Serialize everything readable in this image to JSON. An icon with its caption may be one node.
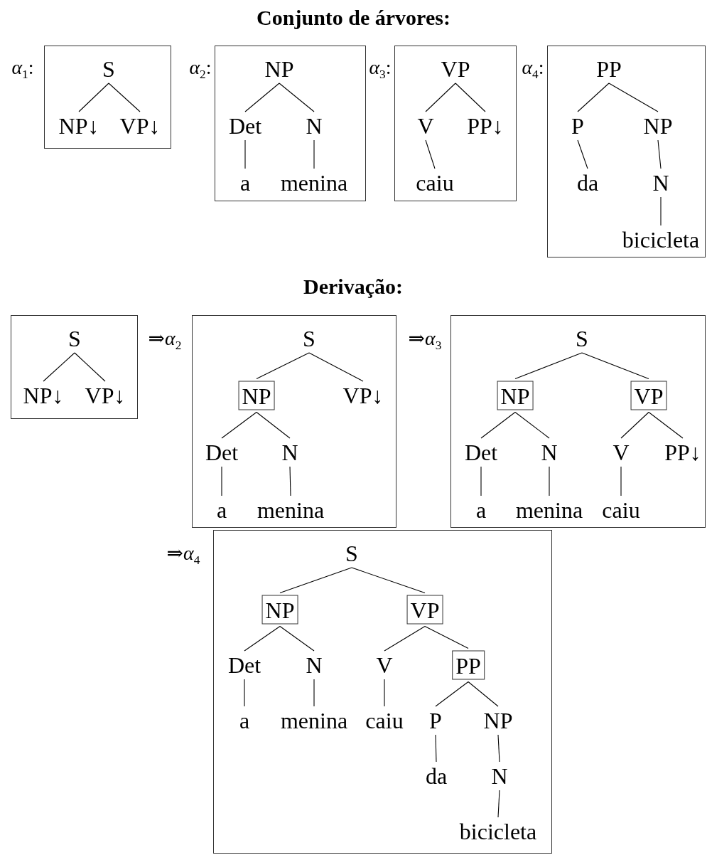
{
  "diagram": {
    "title": "Conjunto de árvores:",
    "nodes": [
      {
        "text": [],
        "shape": "box"
      },
      {
        "text": [
          "S"
        ],
        "in": 0
      },
      {
        "text": [
          "NP↓"
        ],
        "in": 0
      },
      {
        "text": [
          "VP↓"
        ],
        "in": 0
      },
      {
        "text": [],
        "shape": "box"
      },
      {
        "text": [
          "NP"
        ],
        "in": 4
      },
      {
        "text": [
          "Det"
        ],
        "in": 4
      },
      {
        "text": [
          "N"
        ],
        "in": 4
      },
      {
        "text": [
          "a"
        ],
        "in": 4
      },
      {
        "text": [
          "menina"
        ],
        "in": 4
      },
      {
        "text": [],
        "shape": "box"
      },
      {
        "text": [
          "VP"
        ],
        "in": 10
      },
      {
        "text": [
          "V"
        ],
        "in": 10
      },
      {
        "text": [
          "PP↓"
        ],
        "in": 10
      },
      {
        "text": [
          "caiu"
        ],
        "in": 10
      },
      {
        "text": [],
        "shape": "box"
      },
      {
        "text": [
          "PP"
        ],
        "in": 15
      },
      {
        "text": [
          "P"
        ],
        "in": 15
      },
      {
        "text": [
          "NP"
        ],
        "in": 15
      },
      {
        "text": [
          "da"
        ],
        "in": 15
      },
      {
        "text": [
          "N"
        ],
        "in": 15
      },
      {
        "text": [
          "bicicleta"
        ],
        "in": 15
      },
      {
        "text": [],
        "shape": "box"
      },
      {
        "text": [
          "S"
        ],
        "in": 22
      },
      {
        "text": [
          "NP↓"
        ],
        "in": 22
      },
      {
        "text": [
          "VP↓"
        ],
        "in": 22
      },
      {
        "text": [],
        "shape": "box"
      },
      {
        "text": [
          "S"
        ],
        "in": 26
      },
      {
        "text": [],
        "shape": "box",
        "in": 26
      },
      {
        "text": [
          "NP"
        ],
        "in": 28
      },
      {
        "text": [
          "VP↓"
        ],
        "in": 26
      },
      {
        "text": [
          "Det"
        ],
        "in": 26
      },
      {
        "text": [
          "N"
        ],
        "in": 26
      },
      {
        "text": [
          "a"
        ],
        "in": 26
      },
      {
        "text": [
          "menina"
        ],
        "in": 26
      },
      {
        "text": [],
        "shape": "box"
      },
      {
        "text": [
          "S"
        ],
        "in": 35
      },
      {
        "text": [],
        "shape": "box",
        "in": 35
      },
      {
        "text": [
          "NP"
        ],
        "in": 37
      },
      {
        "text": [],
        "shape": "box",
        "in": 35
      },
      {
        "text": [
          "VP"
        ],
        "in": 39
      },
      {
        "text": [
          "Det"
        ],
        "in": 35
      },
      {
        "text": [
          "N"
        ],
        "in": 35
      },
      {
        "text": [
          "V"
        ],
        "in": 35
      },
      {
        "text": [
          "PP↓"
        ],
        "in": 35
      },
      {
        "text": [
          "a"
        ],
        "in": 35
      },
      {
        "text": [
          "menina"
        ],
        "in": 35
      },
      {
        "text": [
          "caiu"
        ],
        "in": 35
      },
      {
        "text": [],
        "shape": "box"
      },
      {
        "text": [
          "S"
        ],
        "in": 48
      },
      {
        "text": [],
        "shape": "box",
        "in": 48
      },
      {
        "text": [
          "NP"
        ],
        "in": 50
      },
      {
        "text": [],
        "shape": "box",
        "in": 48
      },
      {
        "text": [
          "VP"
        ],
        "in": 52
      },
      {
        "text": [
          "Det"
        ],
        "in": 48
      },
      {
        "text": [
          "N"
        ],
        "in": 48
      },
      {
        "text": [
          "V"
        ],
        "in": 48
      },
      {
        "text": [],
        "shape": "box",
        "in": 48
      },
      {
        "text": [
          "PP"
        ],
        "in": 57
      },
      {
        "text": [
          "a"
        ],
        "in": 48
      },
      {
        "text": [
          "menina"
        ],
        "in": 48
      },
      {
        "text": [
          "caiu"
        ],
        "in": 48
      },
      {
        "text": [
          "P"
        ],
        "in": 48
      },
      {
        "text": [
          "NP"
        ],
        "in": 48
      },
      {
        "text": [
          "da"
        ],
        "in": 48
      },
      {
        "text": [
          "N"
        ],
        "in": 48
      },
      {
        "text": [
          "bicicleta"
        ],
        "in": 48
      }
    ],
    "edges": [
      {
        "from": 1,
        "to": 2,
        "arrow": "none"
      },
      {
        "from": 1,
        "to": 3,
        "arrow": "none"
      },
      {
        "from": 5,
        "to": 6,
        "arrow": "none"
      },
      {
        "from": 5,
        "to": 7,
        "arrow": "none"
      },
      {
        "from": 6,
        "to": 8,
        "arrow": "none"
      },
      {
        "from": 7,
        "to": 9,
        "arrow": "none"
      },
      {
        "from": 11,
        "to": 12,
        "arrow": "none"
      },
      {
        "from": 11,
        "to": 13,
        "arrow": "none"
      },
      {
        "from": 12,
        "to": 14,
        "arrow": "none"
      },
      {
        "from": 16,
        "to": 17,
        "arrow": "none"
      },
      {
        "from": 16,
        "to": 18,
        "arrow": "none"
      },
      {
        "from": 17,
        "to": 19,
        "arrow": "none"
      },
      {
        "from": 18,
        "to": 20,
        "arrow": "none"
      },
      {
        "from": 20,
        "to": 21,
        "arrow": "none"
      },
      {
        "from": 23,
        "to": 24,
        "arrow": "none"
      },
      {
        "from": 23,
        "to": 25,
        "arrow": "none"
      },
      {
        "from": 27,
        "to": 28,
        "arrow": "none"
      },
      {
        "from": 27,
        "to": 30,
        "arrow": "none"
      },
      {
        "from": 28,
        "to": 31,
        "arrow": "none"
      },
      {
        "from": 28,
        "to": 32,
        "arrow": "none"
      },
      {
        "from": 31,
        "to": 33,
        "arrow": "none"
      },
      {
        "from": 32,
        "to": 34,
        "arrow": "none"
      },
      {
        "from": 36,
        "to": 37,
        "arrow": "none"
      },
      {
        "from": 36,
        "to": 39,
        "arrow": "none"
      },
      {
        "from": 37,
        "to": 41,
        "arrow": "none"
      },
      {
        "from": 37,
        "to": 42,
        "arrow": "none"
      },
      {
        "from": 39,
        "to": 43,
        "arrow": "none"
      },
      {
        "from": 39,
        "to": 44,
        "arrow": "none"
      },
      {
        "from": 41,
        "to": 45,
        "arrow": "none"
      },
      {
        "from": 42,
        "to": 46,
        "arrow": "none"
      },
      {
        "from": 43,
        "to": 47,
        "arrow": "none"
      },
      {
        "from": 49,
        "to": 50,
        "arrow": "none"
      },
      {
        "from": 49,
        "to": 52,
        "arrow": "none"
      },
      {
        "from": 50,
        "to": 54,
        "arrow": "none"
      },
      {
        "from": 50,
        "to": 55,
        "arrow": "none"
      },
      {
        "from": 52,
        "to": 56,
        "arrow": "none"
      },
      {
        "from": 52,
        "to": 57,
        "arrow": "none"
      },
      {
        "from": 54,
        "to": 59,
        "arrow": "none"
      },
      {
        "from": 55,
        "to": 60,
        "arrow": "none"
      },
      {
        "from": 56,
        "to": 61,
        "arrow": "none"
      },
      {
        "from": 57,
        "to": 62,
        "arrow": "none"
      },
      {
        "from": 57,
        "to": 63,
        "arrow": "none"
      },
      {
        "from": 62,
        "to": 64,
        "arrow": "none"
      },
      {
        "from": 63,
        "to": 65,
        "arrow": "none"
      },
      {
        "from": 65,
        "to": 66,
        "arrow": "none"
      }
    ],
    "labels": [
      "*α*$_{1}$:",
      "*α*$_{2}$:",
      "*α*$_{3}$:",
      "*α*$_{4}$:",
      "Derivação:",
      "⇒*α*$_{2}$",
      "⇒*α*$_{3}$",
      "⇒*α*$_{4}$"
    ]
  }
}
